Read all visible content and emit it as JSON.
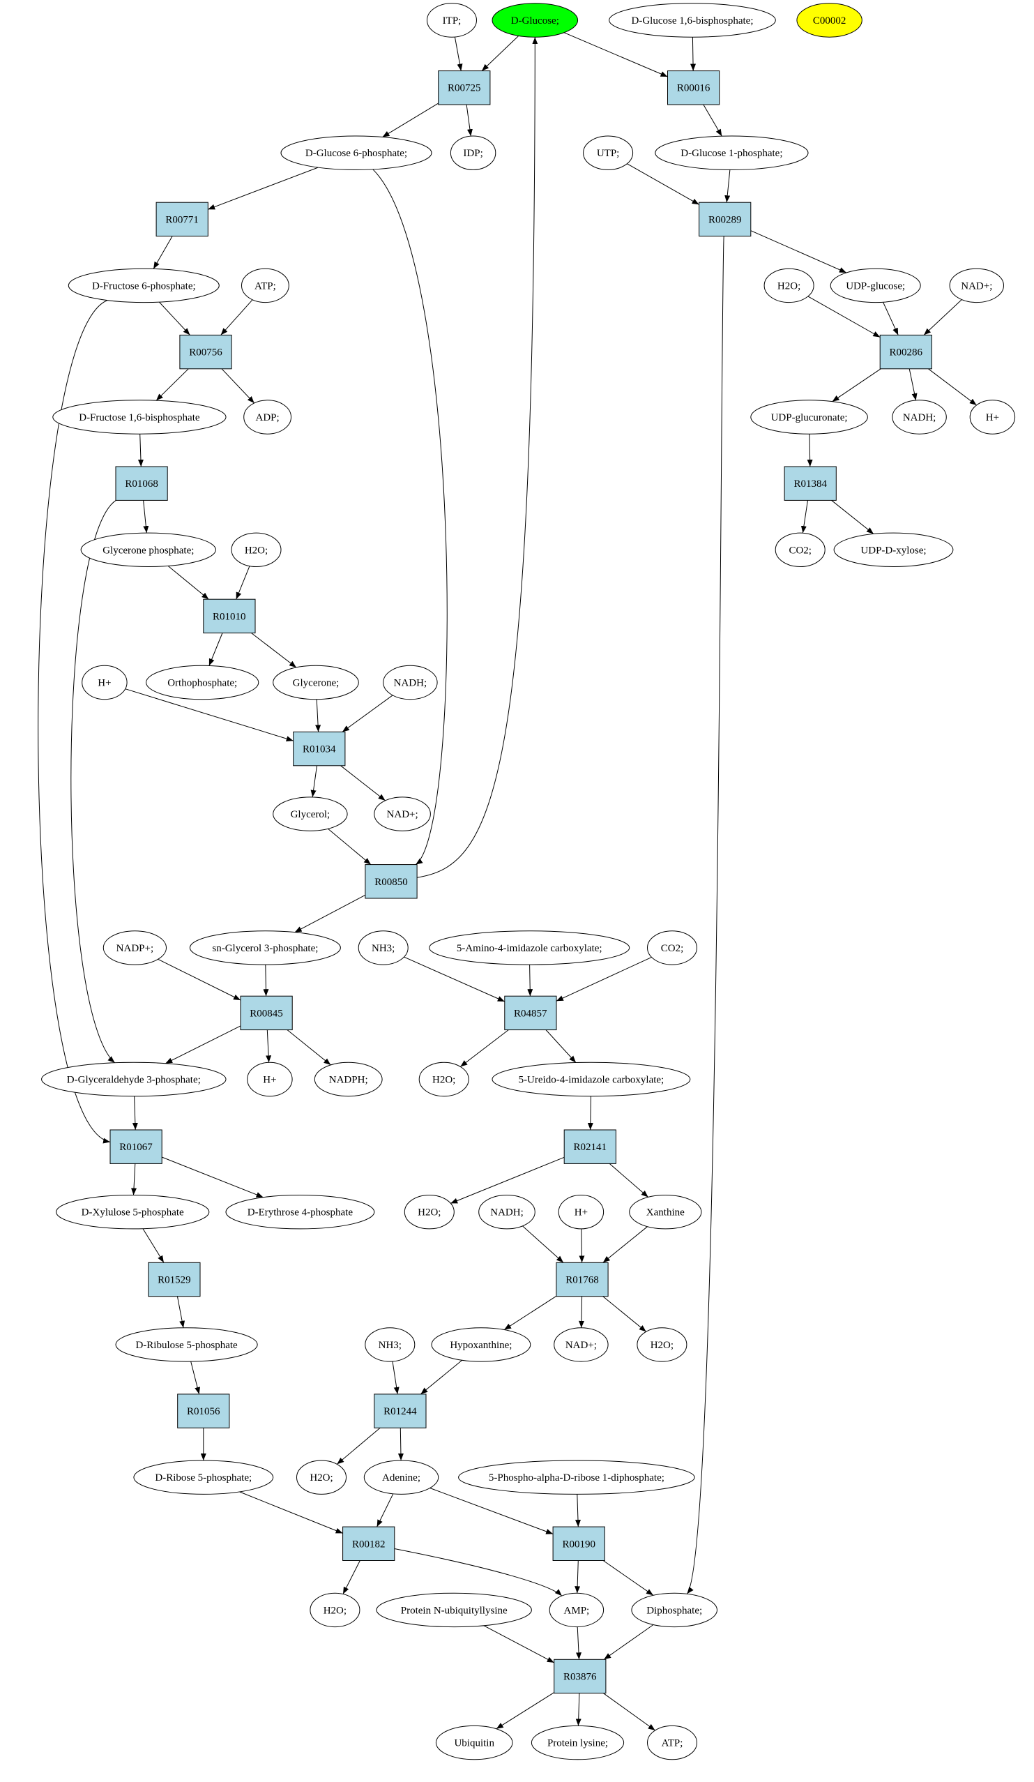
{
  "colors": {
    "reaction_fill": "#add8e6",
    "compound_fill": "#ffffff",
    "source_fill": "#00ff00",
    "extra_fill": "#ffff00",
    "stroke": "#000000"
  },
  "nodes": {
    "itp": "ITP;",
    "glucose": "D-Glucose;",
    "glc16bp": "D-Glucose 1,6-bisphosphate;",
    "c00002": "C00002",
    "r00725": "R00725",
    "r00016": "R00016",
    "g6p": "D-Glucose 6-phosphate;",
    "idp": "IDP;",
    "utp": "UTP;",
    "g1p": "D-Glucose 1-phosphate;",
    "r00771": "R00771",
    "r00289": "R00289",
    "f6p": "D-Fructose 6-phosphate;",
    "atp1": "ATP;",
    "h2o_a": "H2O;",
    "udpglc": "UDP-glucose;",
    "nadplus_a": "NAD+;",
    "r00756": "R00756",
    "r00286": "R00286",
    "fbp": "D-Fructose 1,6-bisphosphate",
    "adp": "ADP;",
    "udpgluc": "UDP-glucuronate;",
    "nadh_a": "NADH;",
    "hplus_a": "H+",
    "r01068": "R01068",
    "r01384": "R01384",
    "glyp": "Glycerone phosphate;",
    "h2o_b": "H2O;",
    "co2_a": "CO2;",
    "udpxyl": "UDP-D-xylose;",
    "r01010": "R01010",
    "hplus_b": "H+",
    "ortho": "Orthophosphate;",
    "glycerone": "Glycerone;",
    "nadh_b": "NADH;",
    "r01034": "R01034",
    "glycerol": "Glycerol;",
    "nadplus_b": "NAD+;",
    "r00850": "R00850",
    "nadpplus": "NADP+;",
    "sng3p": "sn-Glycerol 3-phosphate;",
    "nh3_a": "NH3;",
    "aica": "5-Amino-4-imidazole carboxylate;",
    "co2_b": "CO2;",
    "r00845": "R00845",
    "r04857": "R04857",
    "ga3p": "D-Glyceraldehyde 3-phosphate;",
    "hplus_c": "H+",
    "nadph": "NADPH;",
    "h2o_c": "H2O;",
    "uica": "5-Ureido-4-imidazole carboxylate;",
    "r01067": "R01067",
    "r02141": "R02141",
    "xu5p": "D-Xylulose 5-phosphate",
    "e4p": "D-Erythrose 4-phosphate",
    "h2o_d": "H2O;",
    "nadh_c": "NADH;",
    "hplus_d": "H+",
    "xanthine": "Xanthine",
    "r01529": "R01529",
    "r01768": "R01768",
    "ru5p": "D-Ribulose 5-phosphate",
    "nh3_b": "NH3;",
    "hypox": "Hypoxanthine;",
    "nadplus_c": "NAD+;",
    "h2o_e": "H2O;",
    "r01056": "R01056",
    "r01244": "R01244",
    "r5p": "D-Ribose 5-phosphate;",
    "h2o_f": "H2O;",
    "adenine": "Adenine;",
    "prpp": "5-Phospho-alpha-D-ribose 1-diphosphate;",
    "r00182": "R00182",
    "r00190": "R00190",
    "h2o_g": "H2O;",
    "protub": "Protein N-ubiquityllysine",
    "amp": "AMP;",
    "diphos": "Diphosphate;",
    "r03876": "R03876",
    "ubiquitin": "Ubiquitin",
    "protlys": "Protein lysine;",
    "atp2": "ATP;"
  }
}
